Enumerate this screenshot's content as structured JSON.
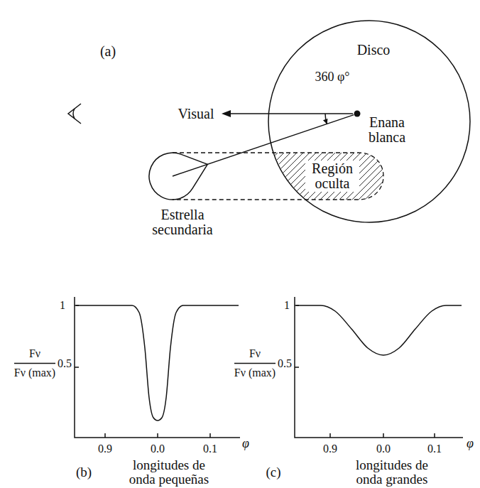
{
  "diagram": {
    "nodes": [
      {
        "text": [
          "Disco"
        ]
      },
      {
        "text": [
          "Enana blanca"
        ],
        "in": 0
      },
      {
        "text": [
          "Región oculta"
        ]
      },
      {
        "text": [
          "Estrella secundaria"
        ]
      }
    ],
    "edges": [
      {
        "from": 1,
        "to": 3,
        "arrow": "none"
      }
    ],
    "labels": [
      "(a)",
      "360 φ°",
      "Visual",
      "1",
      "0.5",
      "Fν",
      "Fν (max)",
      "0.9",
      "0.0",
      "0.1",
      "φ",
      "(b)",
      "longitudes de onda pequeñas",
      "1",
      "0.5",
      "Fν",
      "Fν (max)",
      "0.9",
      "0.0",
      "0.1",
      "φ",
      "(c)",
      "longitudes de onda grandes"
    ]
  }
}
